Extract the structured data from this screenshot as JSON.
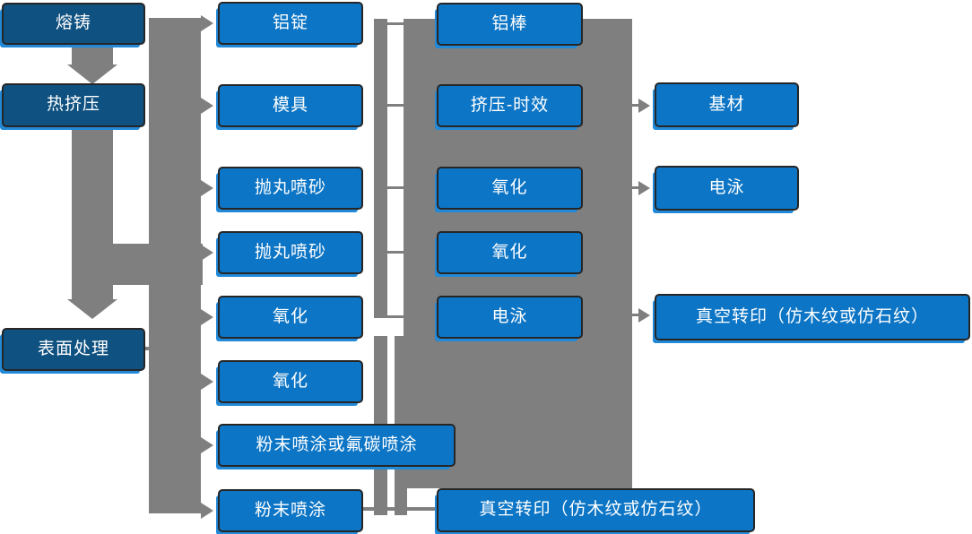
{
  "palette": {
    "box_blue": "#0d75c5",
    "box_navy": "#0f5180",
    "connector_gray": "#7f7f7f",
    "box_border": "#262626",
    "text": "#ffffff"
  },
  "columns": {
    "col1": [
      {
        "id": "melting-casting",
        "label": "熔铸"
      },
      {
        "id": "hot-extrusion",
        "label": "热挤压"
      },
      {
        "id": "surface-treatment",
        "label": "表面处理"
      }
    ],
    "col2": [
      {
        "id": "aluminum-ingot",
        "label": "铝锭"
      },
      {
        "id": "mold",
        "label": "模具"
      },
      {
        "id": "shot-blasting-1",
        "label": "抛丸喷砂"
      },
      {
        "id": "shot-blasting-2",
        "label": "抛丸喷砂"
      },
      {
        "id": "oxidation-a",
        "label": "氧化"
      },
      {
        "id": "oxidation-b",
        "label": "氧化"
      },
      {
        "id": "powder-or-fluorocarbon-coating",
        "label": "粉末喷涂或氟碳喷涂"
      },
      {
        "id": "powder-coating",
        "label": "粉末喷涂"
      }
    ],
    "col3": [
      {
        "id": "aluminum-rod",
        "label": "铝棒"
      },
      {
        "id": "extrusion-aging",
        "label": "挤压-时效"
      },
      {
        "id": "oxidation-c",
        "label": "氧化"
      },
      {
        "id": "oxidation-d",
        "label": "氧化"
      },
      {
        "id": "electrophoresis-a",
        "label": "电泳"
      },
      {
        "id": "vacuum-transfer-a",
        "label": "真空转印（仿木纹或仿石纹）"
      }
    ],
    "col4": [
      {
        "id": "base-material",
        "label": "基材"
      },
      {
        "id": "electrophoresis-b",
        "label": "电泳"
      },
      {
        "id": "vacuum-transfer-b",
        "label": "真空转印（仿木纹或仿石纹）"
      }
    ]
  },
  "edges": [
    {
      "from": "熔铸",
      "to": "热挤压"
    },
    {
      "from": "热挤压",
      "to": "表面处理"
    },
    {
      "from": "process-band",
      "to": "铝锭"
    },
    {
      "from": "process-band",
      "to": "模具"
    },
    {
      "from": "process-band",
      "to": "抛丸喷砂"
    },
    {
      "from": "process-band",
      "to": "抛丸喷砂"
    },
    {
      "from": "process-band",
      "to": "氧化"
    },
    {
      "from": "process-band",
      "to": "氧化"
    },
    {
      "from": "process-band",
      "to": "粉末喷涂或氟碳喷涂"
    },
    {
      "from": "process-band",
      "to": "粉末喷涂"
    },
    {
      "from": "挤压-时效",
      "to": "基材"
    },
    {
      "from": "氧化",
      "to": "电泳"
    },
    {
      "from": "电泳",
      "to": "真空转印（仿木纹或仿石纹）"
    },
    {
      "from": "粉末喷涂",
      "to": "真空转印（仿木纹或仿石纹）"
    }
  ]
}
